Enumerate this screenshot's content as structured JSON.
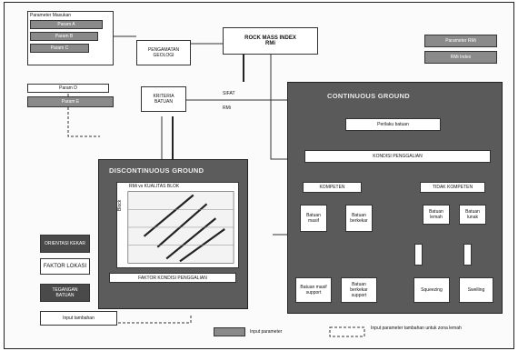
{
  "parameters": {
    "header": "Parameter Masukan",
    "items": [
      "Param A",
      "Param B",
      "Param C"
    ],
    "item_d": "Param D",
    "item_e": "Param E"
  },
  "rmi_input": "PENGAMATAN GEOLOGI",
  "rmi": {
    "line1": "ROCK MASS INDEX",
    "line2": "RMi"
  },
  "ground_behaviour": "KRITERIA BATUAN",
  "side_label_1": "SIFAT",
  "side_label_2": "RMi",
  "top_right": [
    "Parameter RMi",
    "RMi Index"
  ],
  "continuous": {
    "title": "CONTINUOUS GROUND",
    "sub_top": "Perilaku batuan",
    "sub_main": "KONDISI PENGGALIAN",
    "left_head": "KOMPETEN",
    "right_head": "TIDAK KOMPETEN",
    "mid_left": [
      "Batuan masif",
      "Batuan berkekar"
    ],
    "mid_right": [
      "Batuan lemah",
      "Batuan lunak"
    ],
    "bottom": [
      "Batuan masif support",
      "Batuan berkekar support",
      "Squeezing",
      "Swelling"
    ]
  },
  "discontinuous": {
    "title": "DISCONTINUOUS GROUND",
    "chart_title": "RMi vs KUALITAS BLOK",
    "axis": "Block",
    "footer": "FAKTOR KONDISI PENGGALIAN"
  },
  "left_inputs": [
    "ORIENTASI KEKAR",
    "FAKTOR LOKASI",
    "TEGANGAN BATUAN"
  ],
  "bottom_input": "Input tambahan",
  "legend": {
    "input": "Input parameter",
    "extra": "Input parameter tambahan untuk zona lemah"
  }
}
